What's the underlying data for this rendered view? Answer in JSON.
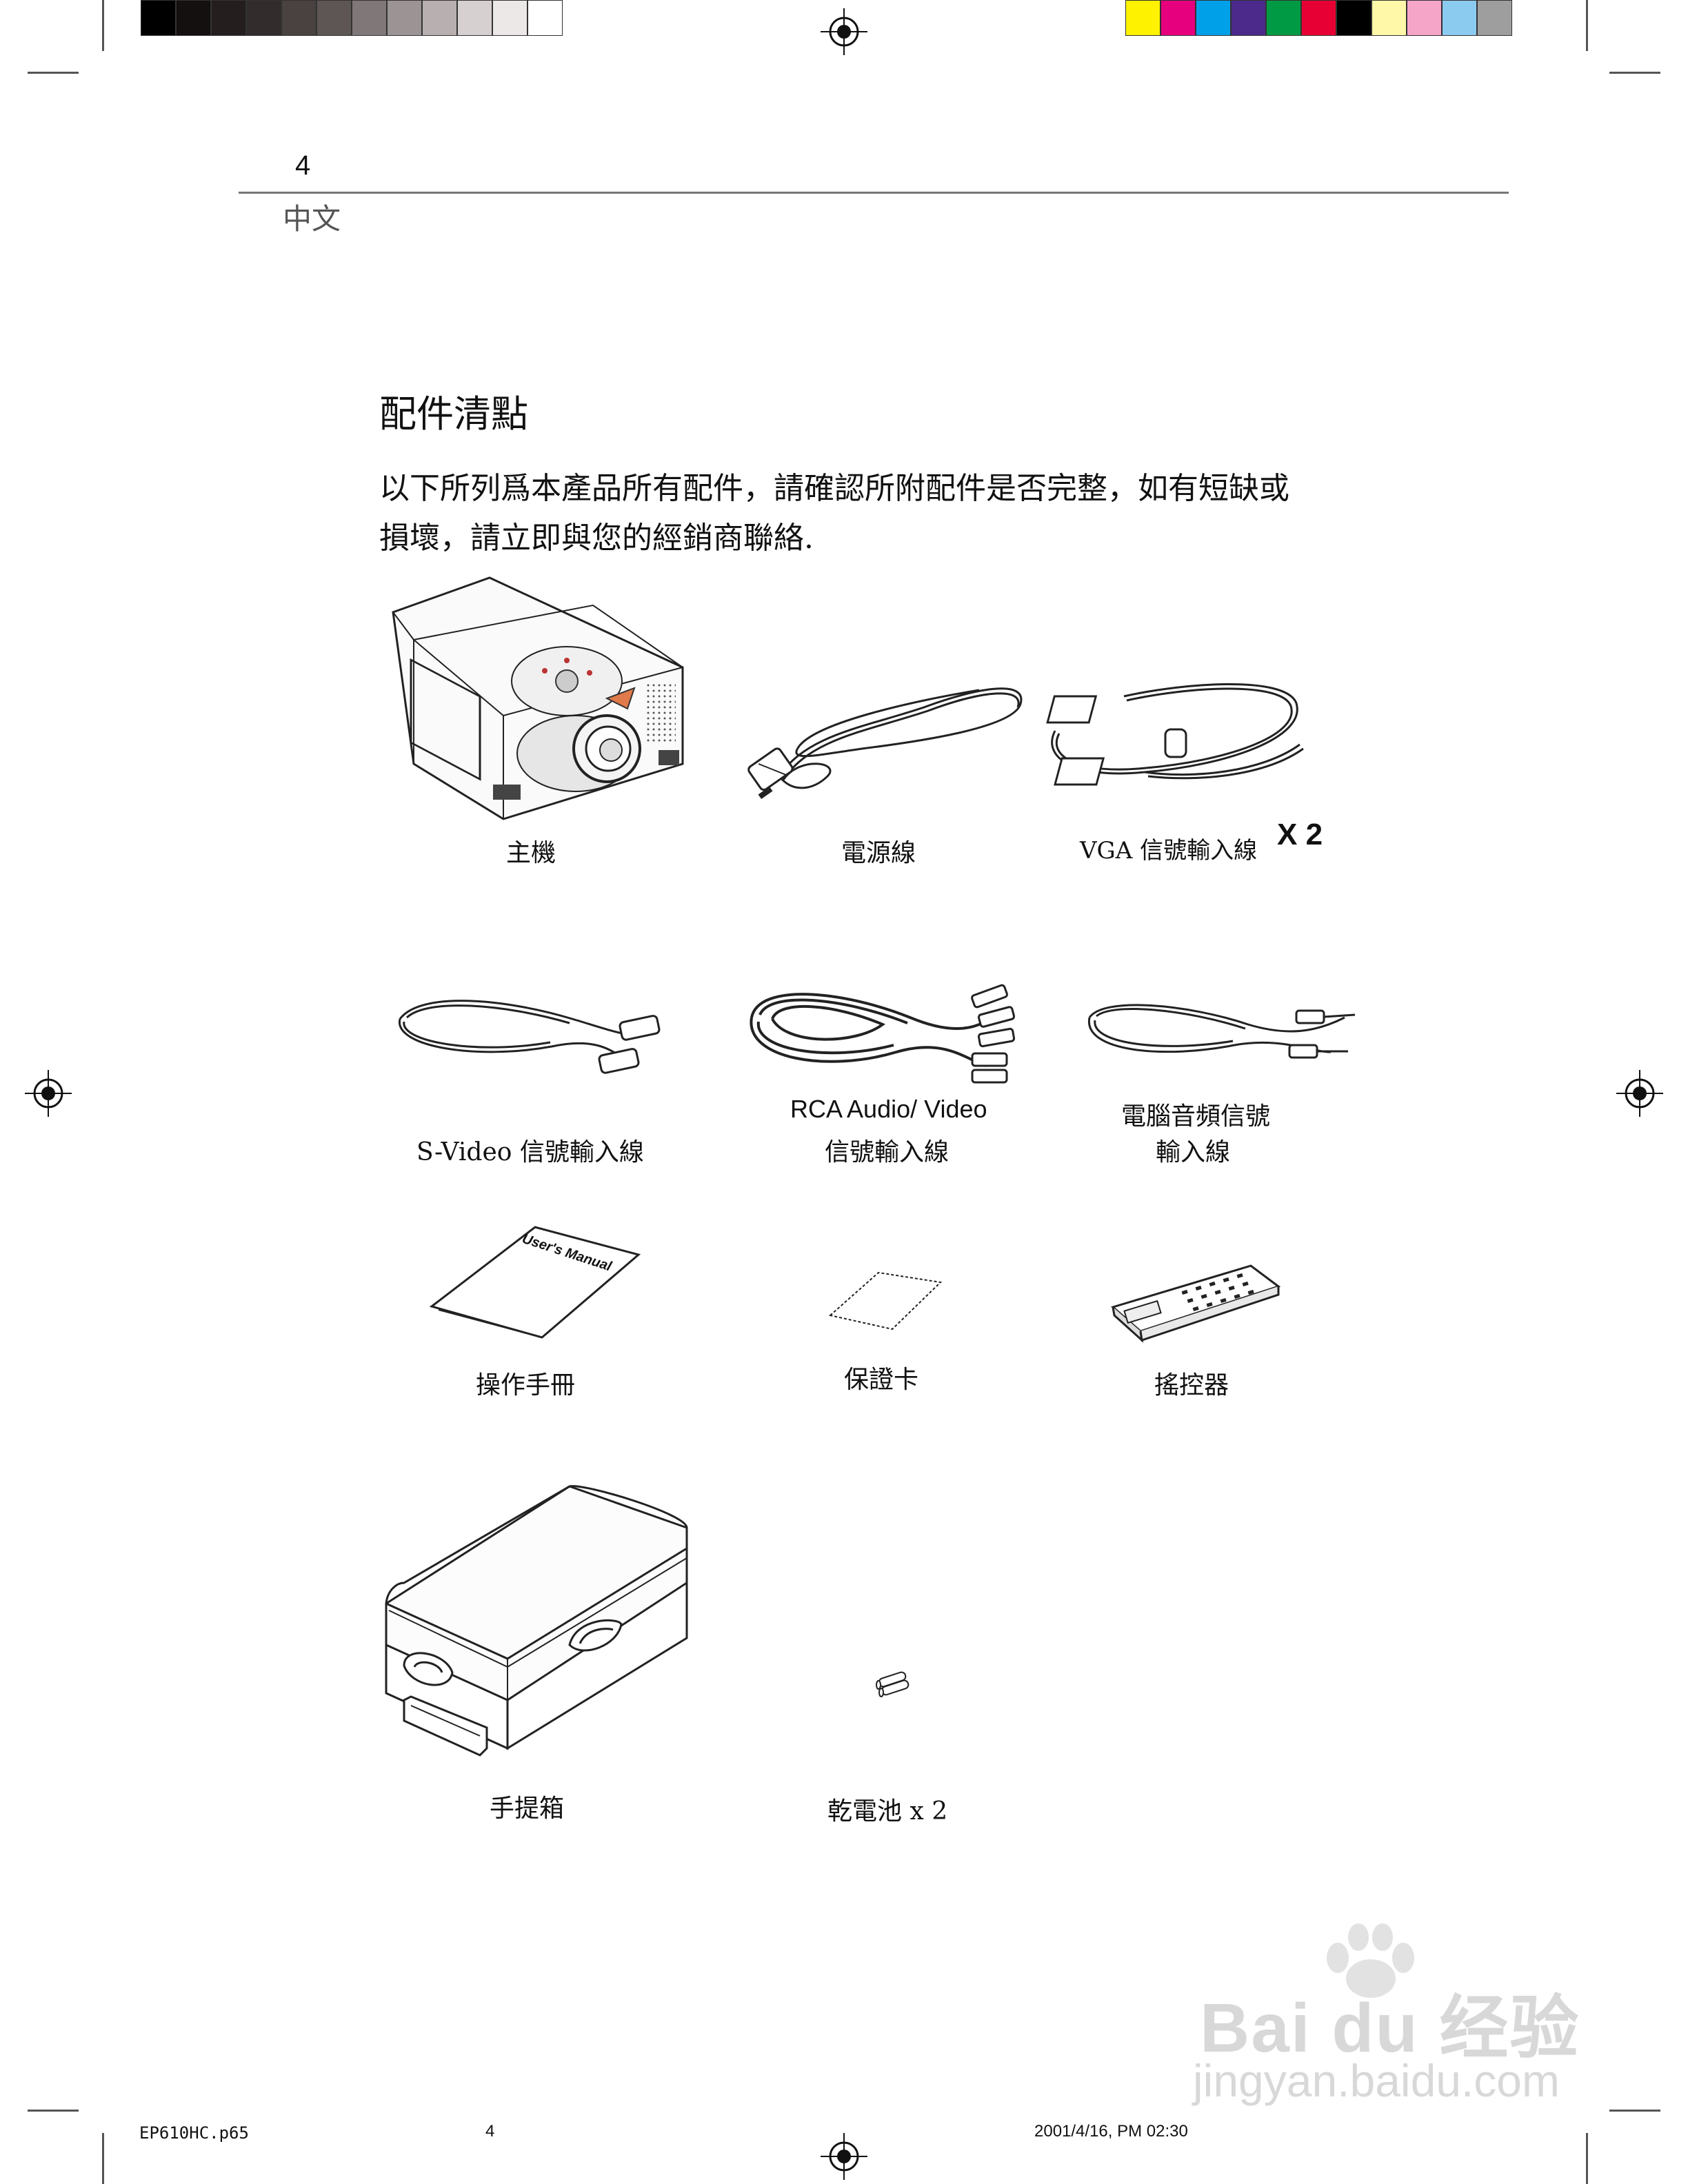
{
  "header": {
    "page_number": "4",
    "language": "中文",
    "gray_swatches": [
      "#000000",
      "#141010",
      "#241e1e",
      "#332c2c",
      "#4a4141",
      "#5e5555",
      "#807878",
      "#9c9494",
      "#b8b0b0",
      "#d7d0d0",
      "#ece8e8",
      "#ffffff"
    ],
    "color_swatches": [
      "#fff200",
      "#e6007e",
      "#00a0e9",
      "#4b2a8c",
      "#009944",
      "#e60033",
      "#000000",
      "#fff8a8",
      "#f5a6c8",
      "#8ccbf0",
      "#9e9e9e"
    ]
  },
  "section": {
    "title": "配件清點",
    "intro_line1": "以下所列爲本產品所有配件，請確認所附配件是否完整，如有短缺或",
    "intro_line2": "損壞，請立即與您的經銷商聯絡."
  },
  "items": {
    "projector": "主機",
    "power_cord": "電源線",
    "vga_cable": "VGA 信號輸入線",
    "vga_qty": "X 2",
    "svideo_cable": "S-Video 信號輸入線",
    "rca_line1": "RCA Audio/ Video",
    "rca_line2": "信號輸入線",
    "pc_audio_line1": "電腦音頻信號",
    "pc_audio_line2": "輸入線",
    "manual": "操作手冊",
    "manual_cover_text": "User's Manual",
    "warranty": "保證卡",
    "remote": "搖控器",
    "carry_case": "手提箱",
    "batteries": "乾電池 x 2"
  },
  "footer": {
    "file_name": "EP610HC.p65",
    "page": "4",
    "timestamp": "2001/4/16, PM 02:30"
  },
  "watermark": {
    "brand": "Bai du 经验",
    "url": "jingyan.baidu.com"
  }
}
